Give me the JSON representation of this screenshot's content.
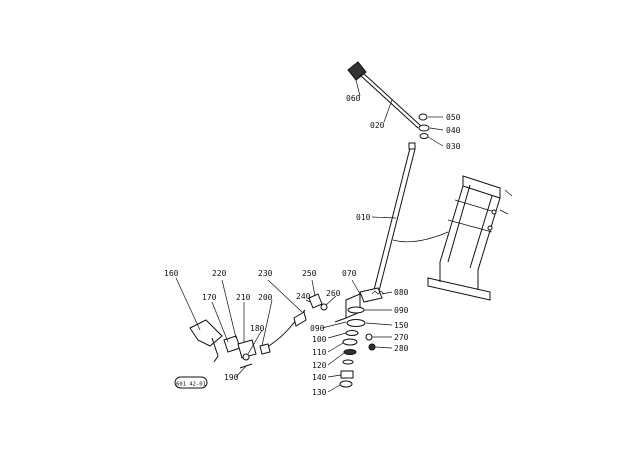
{
  "diagram": {
    "callouts": [
      {
        "id": "c060",
        "label": "060"
      },
      {
        "id": "c020",
        "label": "020"
      },
      {
        "id": "c050",
        "label": "050"
      },
      {
        "id": "c040",
        "label": "040"
      },
      {
        "id": "c030",
        "label": "030"
      },
      {
        "id": "c010",
        "label": "010"
      },
      {
        "id": "c160",
        "label": "160"
      },
      {
        "id": "c220",
        "label": "220"
      },
      {
        "id": "c230",
        "label": "230"
      },
      {
        "id": "c250",
        "label": "250"
      },
      {
        "id": "c070",
        "label": "070"
      },
      {
        "id": "c080",
        "label": "080"
      },
      {
        "id": "c170",
        "label": "170"
      },
      {
        "id": "c210",
        "label": "210"
      },
      {
        "id": "c200",
        "label": "200"
      },
      {
        "id": "c240",
        "label": "240"
      },
      {
        "id": "c260",
        "label": "260"
      },
      {
        "id": "c090a",
        "label": "090"
      },
      {
        "id": "c150",
        "label": "150"
      },
      {
        "id": "c090b",
        "label": "090"
      },
      {
        "id": "c180",
        "label": "180"
      },
      {
        "id": "c100",
        "label": "100"
      },
      {
        "id": "c270",
        "label": "270"
      },
      {
        "id": "c110",
        "label": "110"
      },
      {
        "id": "c280",
        "label": "280"
      },
      {
        "id": "c120",
        "label": "120"
      },
      {
        "id": "c190",
        "label": "190"
      },
      {
        "id": "c140",
        "label": "140"
      },
      {
        "id": "c130",
        "label": "130"
      }
    ],
    "reference_code": "601 42-01"
  }
}
